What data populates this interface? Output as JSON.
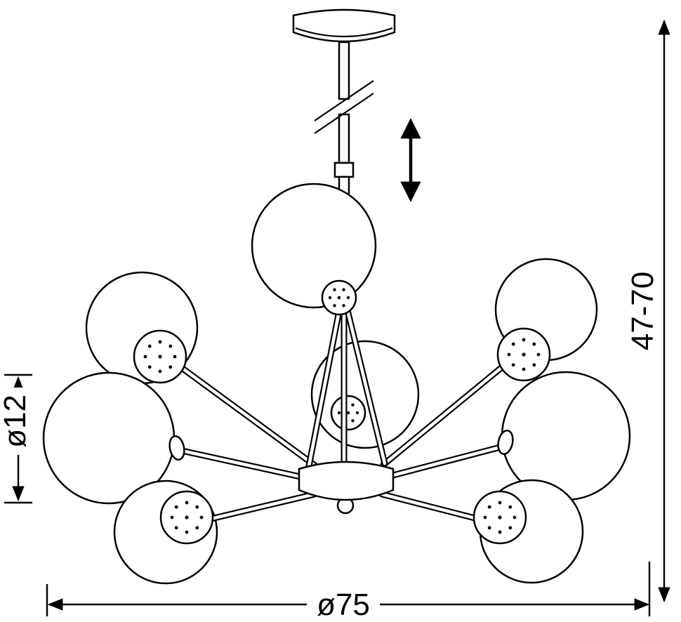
{
  "drawing": {
    "kind": "chandelier-technical-drawing"
  },
  "dimensions": {
    "height_range": "47-70",
    "globe_diameter": "ø12",
    "overall_width": "ø75"
  },
  "colors": {
    "line": "#000000",
    "background": "#ffffff"
  }
}
